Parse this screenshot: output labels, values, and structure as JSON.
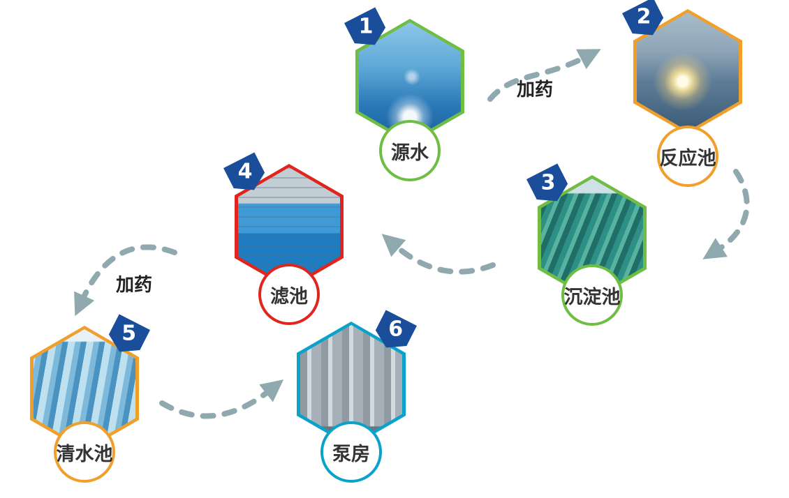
{
  "diagram": {
    "type": "process-flow",
    "subject": "water treatment process",
    "badge_color": "#1a4e9b",
    "arrow_color": "#90a9ae",
    "nodes": [
      {
        "number": "1",
        "label": "源水",
        "border_color": "#6fbe44",
        "image": "water-splash-photo"
      },
      {
        "number": "2",
        "label": "反应池",
        "border_color": "#f0a02a",
        "image": "reaction-pond-photo"
      },
      {
        "number": "3",
        "label": "沉淀池",
        "border_color": "#6fbe44",
        "image": "sedimentation-tanks-photo"
      },
      {
        "number": "4",
        "label": "滤池",
        "border_color": "#e0251f",
        "image": "filter-pool-photo"
      },
      {
        "number": "5",
        "label": "清水池",
        "border_color": "#f0a02a",
        "image": "clear-water-pool-photo"
      },
      {
        "number": "6",
        "label": "泵房",
        "border_color": "#0aa2c8",
        "image": "pump-room-photo"
      }
    ],
    "edges": [
      {
        "from": "源水",
        "to": "反应池",
        "label": "加药"
      },
      {
        "from": "反应池",
        "to": "沉淀池",
        "label": ""
      },
      {
        "from": "沉淀池",
        "to": "滤池",
        "label": ""
      },
      {
        "from": "滤池",
        "to": "清水池",
        "label": "加药"
      },
      {
        "from": "清水池",
        "to": "泵房",
        "label": ""
      }
    ]
  }
}
